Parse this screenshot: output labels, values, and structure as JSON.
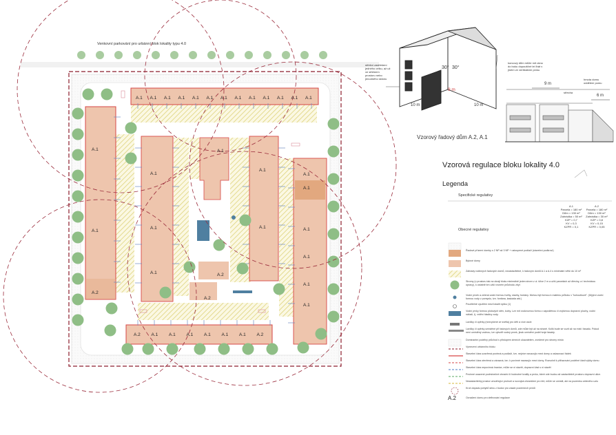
{
  "plan": {
    "parking_label": "Venkovní parkování pro urbánní blok lokality typu 4.0",
    "block_labels_top": [
      "A.1",
      "A.1",
      "A.1",
      "A.1",
      "A.1",
      "A.1",
      "A.1",
      "A.1",
      "A.1",
      "A.1",
      "A.1",
      "A.1",
      "A.1"
    ],
    "block_labels_left": [
      "A.1",
      "A.1",
      "A.2"
    ],
    "block_labels_col2": [
      "A.1",
      "A.1",
      "A.1"
    ],
    "block_labels_center": [
      "A.1",
      "A.2",
      "A.2"
    ],
    "block_labels_col4": [
      "A.1",
      "A.1"
    ],
    "block_labels_right": [
      "A.1",
      "A.1",
      "A.1",
      "A.1",
      "A.1",
      "A.1"
    ],
    "block_labels_bottom": [
      "A.2",
      "A.1",
      "A.1",
      "A.1",
      "A.1",
      "A.1",
      "A.1",
      "A.2"
    ],
    "colors": {
      "house": "#eec5ad",
      "house_dark": "#e2a87f",
      "red_line": "#d64545",
      "dash_maroon": "#8b1a2a",
      "tree": "#8fbe86",
      "hatch": "#e3d97a",
      "water": "#4f7fa0",
      "blue_dash": "#4a7bc7",
      "green_dash": "#5aa860",
      "yellow_dash": "#d7b43a"
    }
  },
  "house_model": {
    "caption_lines": [
      "střešní zastřešení",
      "jedného celku, až už",
      "ve střešním",
      "prostoru nebo",
      "jenodného sklonu"
    ],
    "right_note": [
      "koncový dům může mít okno",
      "do boku dopoušťné lei lhát v",
      "jiném ve vertikálním prvku"
    ],
    "angle_left": "30°",
    "angle_right": "30°",
    "height_label": "9 m",
    "dim_left": "10 m",
    "dim_right": "10 m",
    "title": "Vzorový řadový dům A.2, A.1"
  },
  "section": {
    "top_dim": "9 m",
    "right_dim": "6 m",
    "right_note": [
      "hmota domu",
      "oddělení pomu"
    ],
    "small_label": "střecha"
  },
  "main_title": "Vzorová regulace bloku lokality 4.0",
  "legend_title": "Legenda",
  "specific_title": "Specifické regulativy",
  "table": {
    "col1": {
      "name": "A.1",
      "lines": [
        "Parcela = 180 m²",
        "Dům = 130 m²",
        "Zahrádka = 50 m²",
        "KZP = 0,7",
        "KV = 0,3",
        "KZPR = 0,1"
      ]
    },
    "col2": {
      "name": "A.2",
      "lines": [
        "Parcela = 180 m²",
        "Dům = 130 m²",
        "Zahrádka = 30 m²",
        "KZP = 0,8",
        "KV = 0,15",
        "KZPR = 0,05"
      ]
    }
  },
  "general_title": "Obecné regulativy",
  "legend": [
    {
      "sym": "dots",
      "text": ""
    },
    {
      "sym": "house",
      "text": "Řadové přízemí domky s 2 NP až 3 NP + ustoupené podlaží (stavební podkroví)"
    },
    {
      "sym": "house_light",
      "text": "Bytové domy"
    },
    {
      "sym": "hatch",
      "text": "Zahrady rodinných řadových domů, nezastavitelné, k řadovým domů A.1 a A.4 s minimální větší do 10 m²"
    },
    {
      "sym": "tree",
      "text": "Stromy (v prostoru tak na okraji bloku minimálně jeden strom v ul. šířce 2 m a užší parcelách až dřeviny, a i technickou úpravy), k ostatně tím užší rovném průchodu zbyt"
    },
    {
      "sym": "dot_blue",
      "text": "Vodní prvek a zelená vodní formou hořky, stavby, fontány. Mohou být formou k malému průtoku v \"kohoutkové\". (Mýjení vodní formou vody v pomyslu, tzn. fontána, kaskáda atd.)"
    },
    {
      "sym": "circle",
      "text": "Použitelné využitím mezi lokalit vyšku (1)"
    },
    {
      "sym": "water",
      "text": "Vodní prvky formou plotových stěn, kolny. Lze mít vodorovnou formu z zapuštěnou či zvýšenou dopravní plochy, vodní nářadí, tj. vnitřní hladiny vody."
    },
    {
      "sym": "bench",
      "text": "Lavičky či opěrky (nezvyšené ze světla) pro děti a více osob"
    },
    {
      "sym": "bar",
      "text": "Lavičky či opěrky umístěné při řadových domů, zde může být až na straně. Kolik bude se vozit až na míst i fasádu. Pokud není umístěný vodnou, lze vytvořit vodný prvek, jinak umístění podél tvoje fasády."
    },
    {
      "sym": "dots2",
      "text": "Dominantní podélný průchod s přístupem zimních ukazatelem, zvedené pro stromy místo"
    },
    {
      "sym": "dash_maroon",
      "text": "Vymezení urbánního bloku"
    },
    {
      "sym": "red_line",
      "text": "Stavební čára uzavřená povinná a podlaží, tzn. nejvíce navazujíc mezi domy a oslazovací řádek"
    },
    {
      "sym": "red_dash",
      "text": "Stavební čára otevřená a závazná, tzn. k povinné navazujíc mezi domy. Rozvolnit k přiřazování podélné části výšky domu"
    },
    {
      "sym": "blue_dash",
      "text": "Stavební čára nepovinná hranice, může se ní stavět, dopravní část s ní stavět"
    },
    {
      "sym": "green_dash",
      "text": "Povinné usazené podmínečné ohradní či hodnotné kvality a prvku, které zde budou až zastavitelně prostoru dopravní ulice."
    },
    {
      "sym": "yellow_dash",
      "text": "Nezastavitelný prostor umožňující prolnutí a rozvojná ohraničení pro též, může se umístit, ale na pozemku zeleného uzlu"
    },
    {
      "sym": "dash_circle",
      "text": "Kruh dopadu pohybů stínu z budov pro zásah pozemních prvků"
    },
    {
      "sym": "label",
      "text": "Označení domu pro definování regulace"
    }
  ],
  "legend_sym_label": "A.2"
}
